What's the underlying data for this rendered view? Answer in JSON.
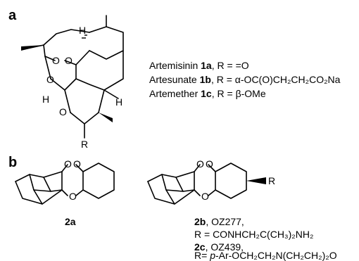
{
  "panels": {
    "a": "a",
    "b": "b"
  },
  "atoms": {
    "O": "O",
    "H": "H",
    "R": "R"
  },
  "artemisinins": [
    {
      "name": "Artemisinin",
      "num": "1a",
      "sub": ", R = =O"
    },
    {
      "name": "Artesunate",
      "num": "1b",
      "sub": ", R = α-OC(O)CH₂CH₂CO₂Na"
    },
    {
      "name": "Artemether",
      "num": "1c",
      "sub": ", R = β-OMe"
    }
  ],
  "ozonides": {
    "a_num": "2a",
    "b_num": "2b",
    "b_code": ", OZ277,",
    "b_r": "R = CONHCH₂C(CH₃)₂NH₂",
    "c_num": "2c",
    "c_code": ", OZ439,",
    "c_r_prefix": "R= ",
    "c_r_italic": "p",
    "c_r_rest": "-Ar-OCH₂CH₂N(CH₂CH₂)₂O"
  },
  "colors": {
    "ink": "#000000",
    "background": "#ffffff"
  }
}
